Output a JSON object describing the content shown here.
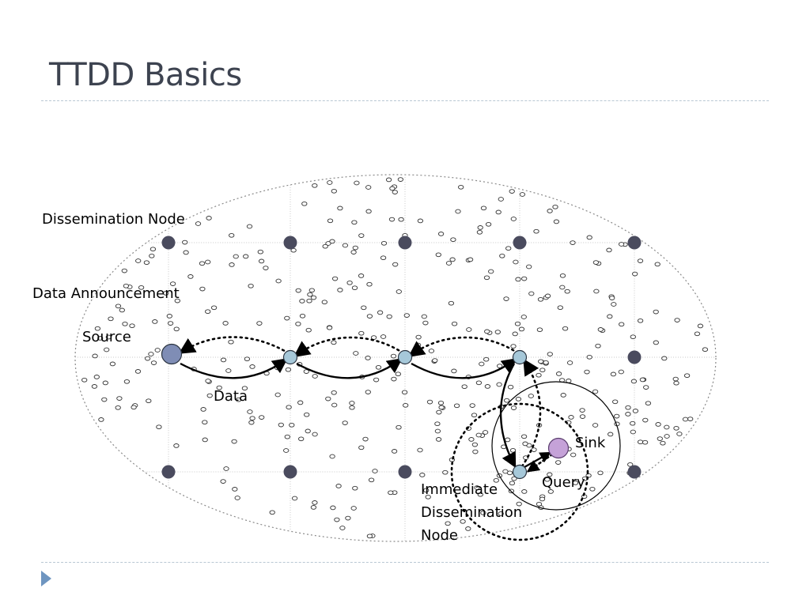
{
  "slide": {
    "title": "TTDD Basics"
  },
  "diagram": {
    "labels": {
      "dissemination_node": "Dissemination Node",
      "data_announcement": "Data Announcement",
      "source": "Source",
      "data": "Data",
      "sink": "Sink",
      "query": "Query",
      "immediate_line1": "Immediate",
      "immediate_line2": "Dissemination",
      "immediate_line3": "Node"
    },
    "colors": {
      "grid_node": "#4a4b5e",
      "path_node": "#a6c8d9",
      "source_node": "#7f8db5",
      "sink_node": "#c5a2d8",
      "grid_line": "#c8c8c8",
      "arrow": "#000000"
    }
  }
}
